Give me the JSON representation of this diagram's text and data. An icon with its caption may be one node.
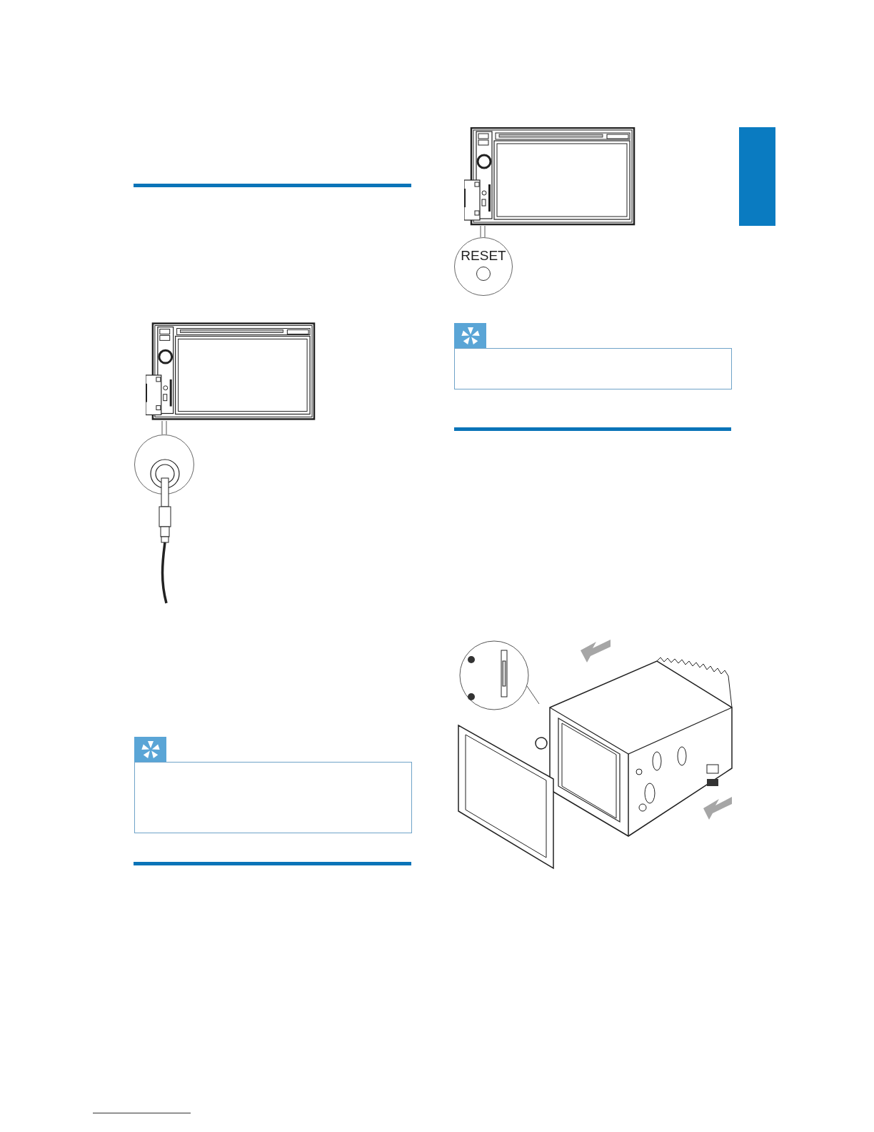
{
  "diagram": {
    "nodes": [
      {
        "text": [],
        "shape": "picture"
      },
      {
        "text": [
          "RESET"
        ]
      },
      {
        "text": [],
        "shape": "picture"
      },
      {
        "text": [],
        "shape": "circle"
      },
      {
        "text": [],
        "shape": "bar"
      },
      {
        "text": [],
        "shape": "box"
      },
      {
        "text": [],
        "shape": "box"
      }
    ],
    "edges": [
      {
        "from": 1,
        "to": 0,
        "arrow": "none"
      },
      {
        "from": 3,
        "to": 2,
        "arrow": "none"
      }
    ]
  }
}
